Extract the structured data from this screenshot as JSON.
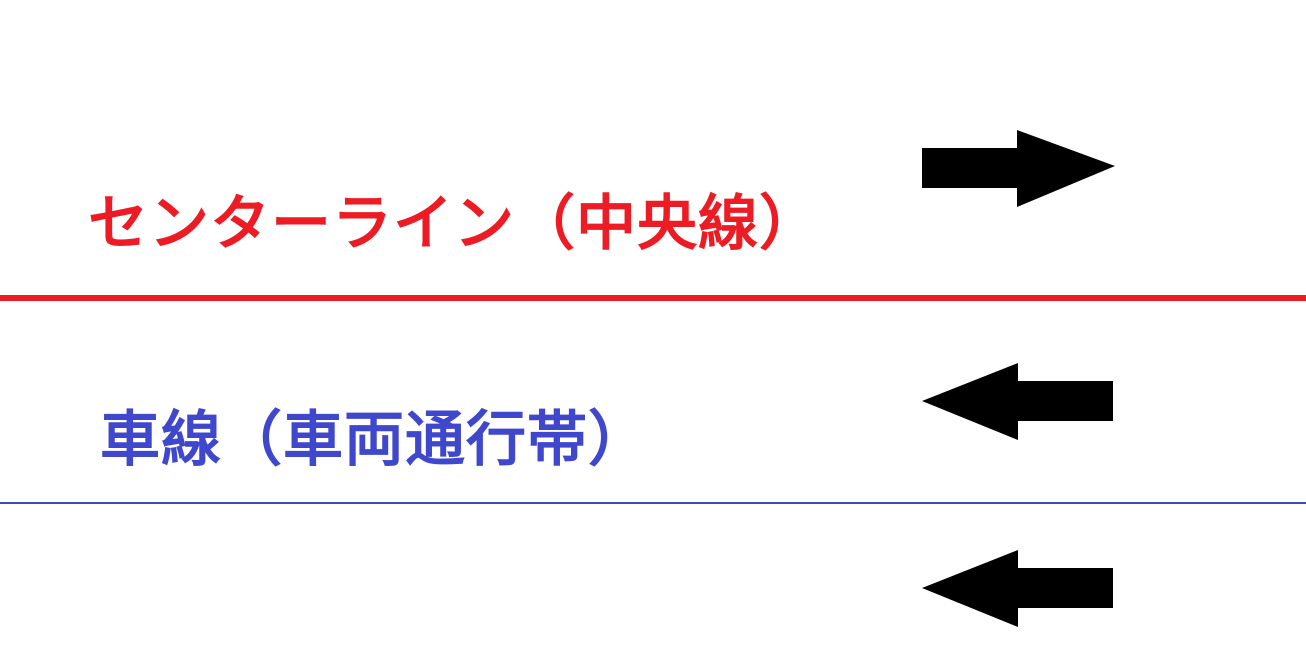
{
  "center_line": {
    "label": "センターライン（中央線）",
    "color": "#ed1c24"
  },
  "lane": {
    "label": "車線（車両通行帯）",
    "color": "#3f48cc"
  },
  "arrows": [
    {
      "direction": "right",
      "icon": "arrow-right-icon"
    },
    {
      "direction": "left",
      "icon": "arrow-left-icon"
    },
    {
      "direction": "left",
      "icon": "arrow-left-icon"
    }
  ]
}
